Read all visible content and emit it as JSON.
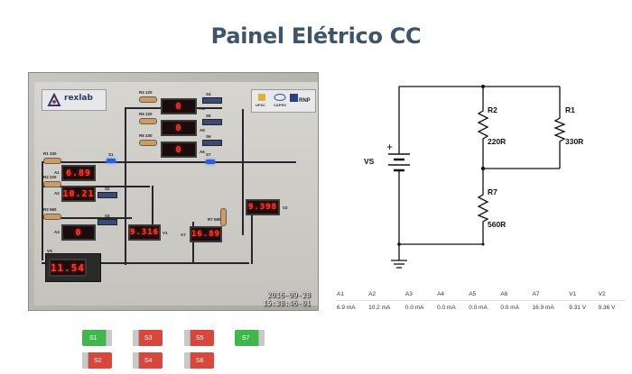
{
  "title": "Painel Elétrico CC",
  "camera": {
    "timestamp_date": "2016-09-28",
    "timestamp_time": "15:38:46-01",
    "brand": "rexlab",
    "sponsors": [
      "UFSC",
      "CAPES",
      "RNP"
    ],
    "labels": {
      "r4": "R4 120",
      "r5": "R5 120",
      "r6": "R6 330",
      "r1": "R1 330",
      "r2": "R2 220",
      "r3": "R3 560",
      "r7": "R7 560",
      "s1": "S1",
      "s2": "S2",
      "s3": "S3",
      "s4": "S4",
      "s5": "S5",
      "s6": "S6",
      "s7": "S7",
      "a1": "A1",
      "a2": "A2",
      "a3": "A3",
      "a4": "A4",
      "a5": "A5",
      "a6": "A6",
      "a7": "A7",
      "v1": "V1",
      "v2": "V2",
      "vs": "VS"
    },
    "displays": {
      "a1": "6.89",
      "a2": "10.21",
      "a3": "0",
      "a4": "0",
      "a5": "0",
      "a6": "0",
      "a7": "16.89",
      "v1": "9.316",
      "v2": "9.398",
      "vs": "11.54"
    }
  },
  "schematic": {
    "source_label": "VS",
    "plus": "+",
    "r2_name": "R2",
    "r2_value": "220R",
    "r1_name": "R1",
    "r1_value": "330R",
    "r7_name": "R7",
    "r7_value": "560R"
  },
  "readings": {
    "headers": [
      "A1",
      "A2",
      "A3",
      "A4",
      "A5",
      "A6",
      "A7",
      "V1",
      "V2"
    ],
    "values": [
      "6.9 mA",
      "10.2 mA",
      "0.0 mA",
      "0.0 mA",
      "0.0 mA",
      "0.0 mA",
      "16.9 mA",
      "9.31 V",
      "9.36 V"
    ]
  },
  "switches": [
    {
      "label": "S1",
      "state": "on"
    },
    {
      "label": "S3",
      "state": "off"
    },
    {
      "label": "S5",
      "state": "off"
    },
    {
      "label": "S7",
      "state": "on"
    },
    {
      "label": "S2",
      "state": "off"
    },
    {
      "label": "S4",
      "state": "off"
    },
    {
      "label": "S6",
      "state": "off"
    }
  ],
  "colors": {
    "on": "#3cb94a",
    "off": "#d9473c",
    "title": "#3d556b",
    "display": "#ff3a2a"
  }
}
